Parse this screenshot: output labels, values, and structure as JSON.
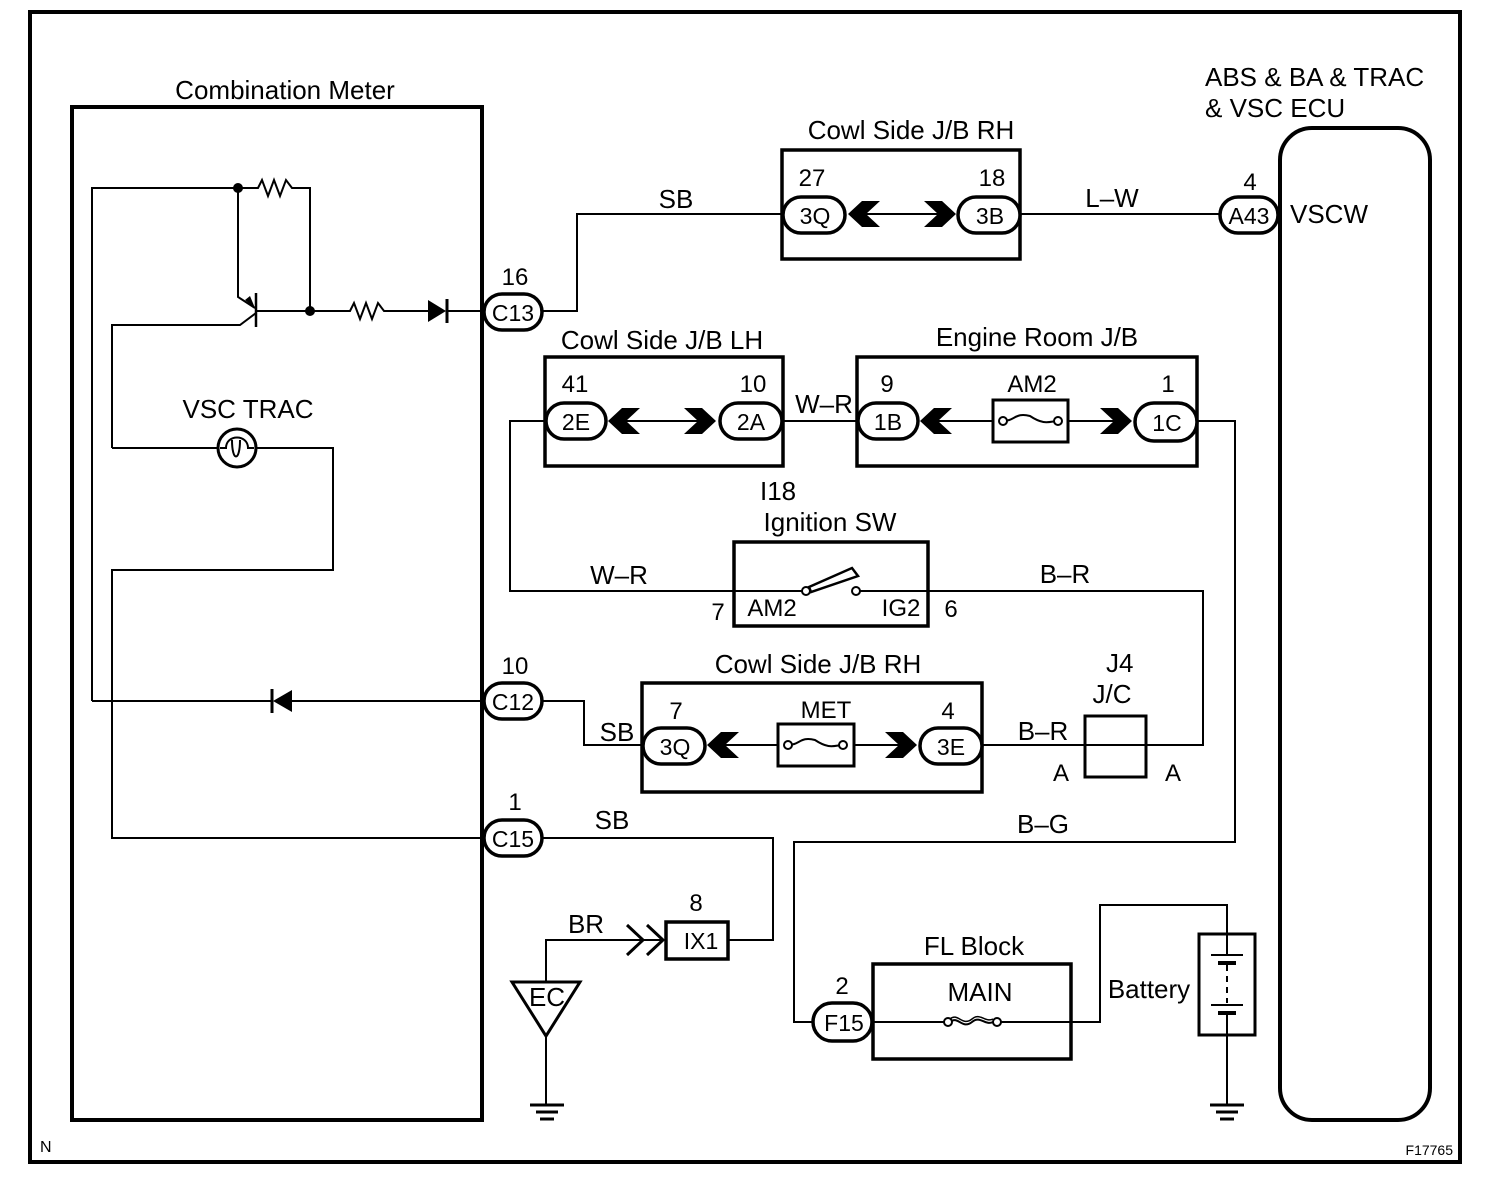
{
  "diagram": {
    "figure_id": "F17765",
    "corner_mark": "N",
    "components": {
      "combination_meter": {
        "title": "Combination Meter",
        "indicator_label": "VSC TRAC",
        "connectors": [
          {
            "pin": "16",
            "id": "C13"
          },
          {
            "pin": "10",
            "id": "C12"
          },
          {
            "pin": "1",
            "id": "C15"
          }
        ]
      },
      "ecu": {
        "title_line1": "ABS & BA & TRAC",
        "title_line2": "& VSC ECU",
        "terminal_label": "VSCW",
        "connector": {
          "pin": "4",
          "id": "A43"
        }
      },
      "cowl_jb_rh_top": {
        "title": "Cowl Side J/B RH",
        "left": {
          "pin": "27",
          "id": "3Q"
        },
        "right": {
          "pin": "18",
          "id": "3B"
        }
      },
      "cowl_jb_lh": {
        "title": "Cowl Side J/B LH",
        "left": {
          "pin": "41",
          "id": "2E"
        },
        "right": {
          "pin": "10",
          "id": "2A"
        }
      },
      "engine_room_jb": {
        "title": "Engine Room J/B",
        "fuse": "AM2",
        "left": {
          "pin": "9",
          "id": "1B"
        },
        "right": {
          "pin": "1",
          "id": "1C"
        }
      },
      "ignition_switch": {
        "code": "I18",
        "title": "Ignition SW",
        "left_terminal": "AM2",
        "right_terminal": "IG2",
        "left_pin": "7",
        "right_pin": "6"
      },
      "cowl_jb_rh_bottom": {
        "title": "Cowl Side J/B RH",
        "fuse": "MET",
        "left": {
          "pin": "7",
          "id": "3Q"
        },
        "right": {
          "pin": "4",
          "id": "3E"
        }
      },
      "junction_connector": {
        "code": "J4",
        "title": "J/C",
        "left_pin": "A",
        "right_pin": "A"
      },
      "ix1": {
        "pin": "8",
        "id": "IX1"
      },
      "ground_ec": {
        "label": "EC"
      },
      "fl_block": {
        "title": "FL Block",
        "fuse": "MAIN",
        "connector": {
          "pin": "2",
          "id": "F15"
        }
      },
      "battery": {
        "label": "Battery"
      }
    },
    "wires": {
      "c13_to_3q": "SB",
      "3b_to_a43": "L–W",
      "2a_to_1b": "W–R",
      "2e_to_am2": "W–R",
      "ig2_to_j4": "B–R",
      "c12_to_3q": "SB",
      "3e_to_j4": "B–R",
      "c15_to_ix1": "SB",
      "ec_to_ix1": "BR",
      "1c_to_f15": "B–G"
    }
  }
}
